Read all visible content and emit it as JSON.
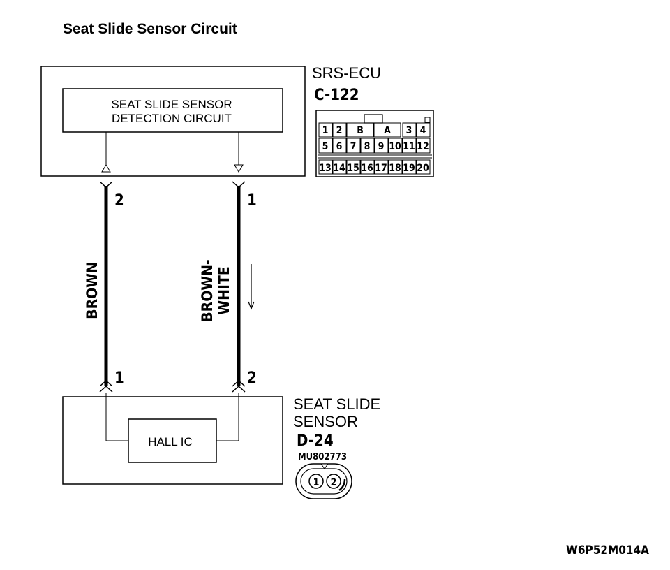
{
  "title": "Seat Slide Sensor Circuit",
  "ecu": {
    "name": "SRS-ECU",
    "connector_code": "C-122",
    "circuit_label_line1": "SEAT SLIDE SENSOR",
    "circuit_label_line2": "DETECTION CIRCUIT",
    "connector_pins_row1": [
      "1",
      "2",
      "B",
      "A",
      "3",
      "4"
    ],
    "connector_pins_row2": [
      "5",
      "6",
      "7",
      "8",
      "9",
      "10",
      "11",
      "12"
    ],
    "connector_pins_row3": [
      "13",
      "14",
      "15",
      "16",
      "17",
      "18",
      "19",
      "20"
    ]
  },
  "wires": [
    {
      "color_line1": "BROWN",
      "color_line2": "",
      "ecu_pin": "2",
      "sensor_pin": "1"
    },
    {
      "color_line1": "BROWN-",
      "color_line2": "WHITE",
      "ecu_pin": "1",
      "sensor_pin": "2"
    }
  ],
  "sensor": {
    "name_line1": "SEAT SLIDE",
    "name_line2": "SENSOR",
    "connector_code": "D-24",
    "part_number": "MU802773",
    "ic_label": "HALL IC",
    "connector_pins": [
      "1",
      "2"
    ]
  },
  "figure_ref": "W6P52M014A"
}
